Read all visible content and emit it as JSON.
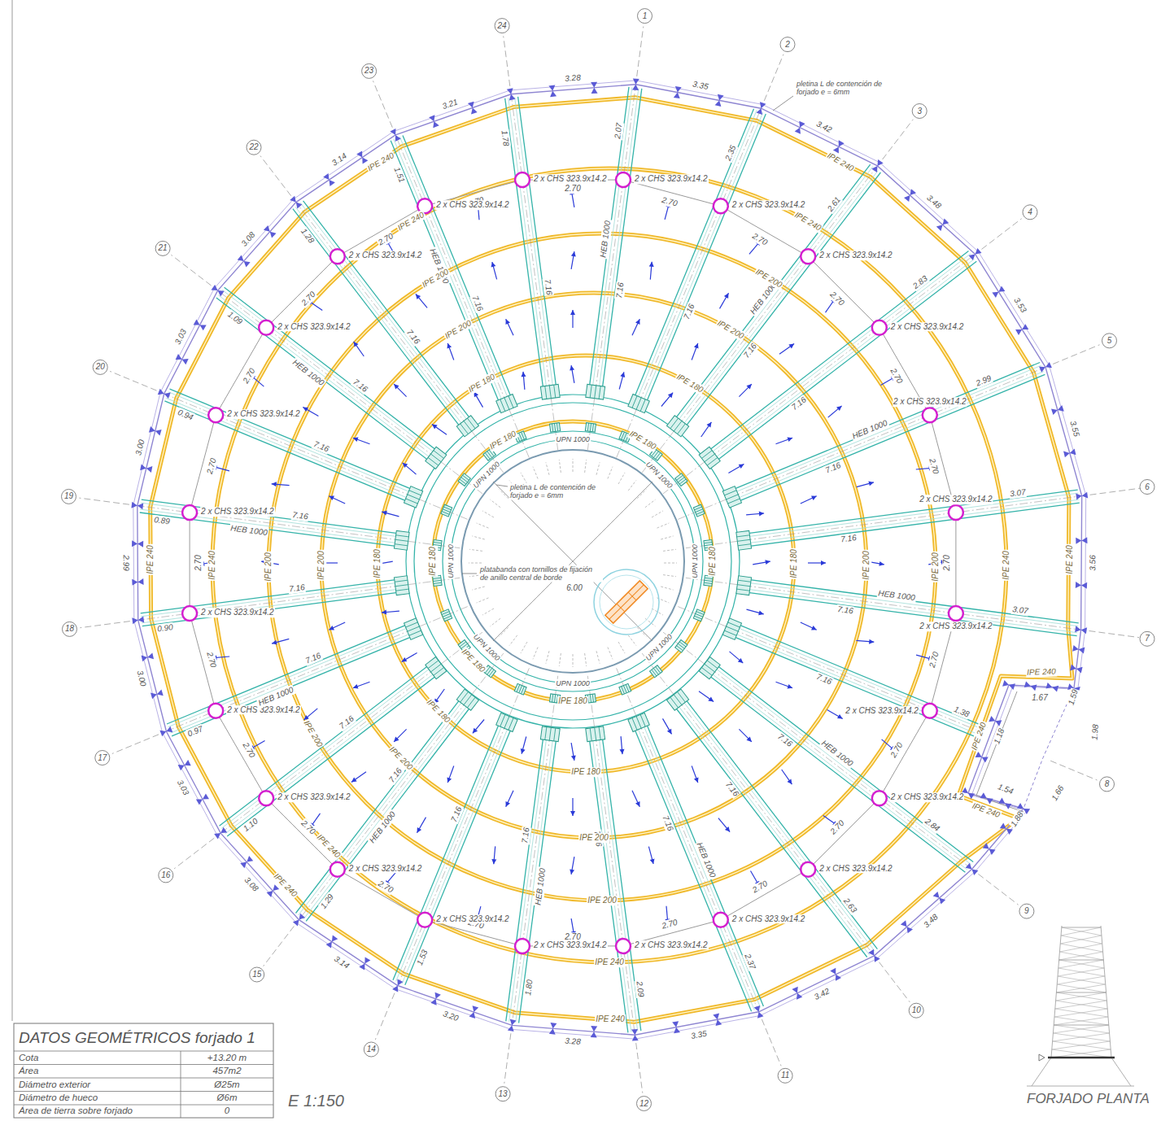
{
  "diagram": {
    "title": "FORJADO PLANTA",
    "labels": [
      "1",
      "2",
      "3",
      "4",
      "5",
      "6",
      "7",
      "8",
      "9",
      "10",
      "11",
      "12",
      "13",
      "14",
      "15",
      "16",
      "17",
      "18",
      "19",
      "20",
      "21",
      "22",
      "23",
      "24",
      "3.35",
      "3.42",
      "3.48",
      "3.53",
      "3.55",
      "3.56",
      "1.59",
      "1.88",
      "3.48",
      "3.42",
      "3.35",
      "3.28",
      "3.20",
      "3.14",
      "3.08",
      "3.03",
      "3.00",
      "2.99",
      "3.00",
      "3.03",
      "3.08",
      "3.14",
      "3.21",
      "3.28",
      "1.98",
      "1.66",
      "1.67",
      "1.18",
      "1.54",
      "2.07",
      "2.35",
      "2.61",
      "2.83",
      "2.99",
      "3.07",
      "3.07",
      "1.38",
      "2.84",
      "2.63",
      "2.37",
      "2.09",
      "1.80",
      "1.53",
      "1.29",
      "1.10",
      "0.97",
      "0.90",
      "0.89",
      "0.94",
      "1.09",
      "1.28",
      "1.51",
      "1.78",
      "2.70",
      "2.70",
      "2.70",
      "2.70",
      "2.70",
      "2.70",
      "2.70",
      "2.70",
      "2.70",
      "2.70",
      "2.70",
      "2.70",
      "2.70",
      "2.70",
      "2.70",
      "2.70",
      "2.70",
      "2.70",
      "2.70",
      "2.70",
      "2.70",
      "2.70",
      "2.70",
      "2.70",
      "2 x CHS 323.9x14.2",
      "2 x CHS 323.9x14.2",
      "2 x CHS 323.9x14.2",
      "2 x CHS 323.9x14.2",
      "2 x CHS 323.9x14.2",
      "2 x CHS 323.9x14.2",
      "2 x CHS 323.9x14.2",
      "2 x CHS 323.9x14.2",
      "2 x CHS 323.9x14.2",
      "2 x CHS 323.9x14.2",
      "2 x CHS 323.9x14.2",
      "2 x CHS 323.9x14.2",
      "2 x CHS 323.9x14.2",
      "2 x CHS 323.9x14.2",
      "2 x CHS 323.9x14.2",
      "2 x CHS 323.9x14.2",
      "2 x CHS 323.9x14.2",
      "2 x CHS 323.9x14.2",
      "2 x CHS 323.9x14.2",
      "2 x CHS 323.9x14.2",
      "2 x CHS 323.9x14.2",
      "2 x CHS 323.9x14.2",
      "2 x CHS 323.9x14.2",
      "2 x CHS 323.9x14.2",
      "7.16",
      "7.16",
      "7.16",
      "7.16",
      "7.16",
      "7.16",
      "7.16",
      "7.16",
      "7.16",
      "7.16",
      "7.16",
      "7.16",
      "7.16",
      "7.16",
      "7.16",
      "7.16",
      "7.16",
      "7.16",
      "7.16",
      "7.16",
      "7.16",
      "7.16",
      "7.16",
      "7.16",
      "HEB 1000",
      "HEB 1000",
      "HEB 1000",
      "HEB 1000",
      "HEB 1000",
      "HEB 1000",
      "HEB 1000",
      "HEB 1000",
      "HEB 1000",
      "HEB 1000",
      "HEB 1000",
      "HEB 1000",
      "IPE 240",
      "IPE 240",
      "IPE 240",
      "IPE 240",
      "IPE 240",
      "IPE 240",
      "IPE 240",
      "IPE 240",
      "IPE 240",
      "IPE 240",
      "IPE 240",
      "IPE 240",
      "IPE 200",
      "IPE 200",
      "IPE 200",
      "IPE 200",
      "IPE 200",
      "IPE 200",
      "IPE 200",
      "IPE 200",
      "IPE 200",
      "IPE 200",
      "IPE 200",
      "IPE 200",
      "IPE 180",
      "IPE 180",
      "IPE 180",
      "IPE 180",
      "IPE 180",
      "IPE 180",
      "IPE 180",
      "IPE 180",
      "IPE 180",
      "IPE 180",
      "IPE 180",
      "IPE 180",
      "IPE 240",
      "IPE 240",
      "IPE 240",
      "UPN 1000",
      "UPN 1000",
      "UPN 1000",
      "UPN 1000",
      "UPN 1000",
      "UPN 1000",
      "UPN 1000",
      "UPN 1000",
      "pletina L de contención de forjado e = 6mm",
      "pletina L de contención de forjado e = 6mm",
      "platabanda con tornillos de fijación de anillo central de borde",
      "6.00",
      "DATOS GEOMÉTRICOS forjado 1",
      "Cota",
      "+13.20 m",
      "Área",
      "457m2",
      "Diámetro exterior",
      "Ø25m",
      "Diámetro de hueco",
      "Ø6m",
      "Área de tierra sobre forjado",
      "0",
      "E 1:150"
    ]
  }
}
